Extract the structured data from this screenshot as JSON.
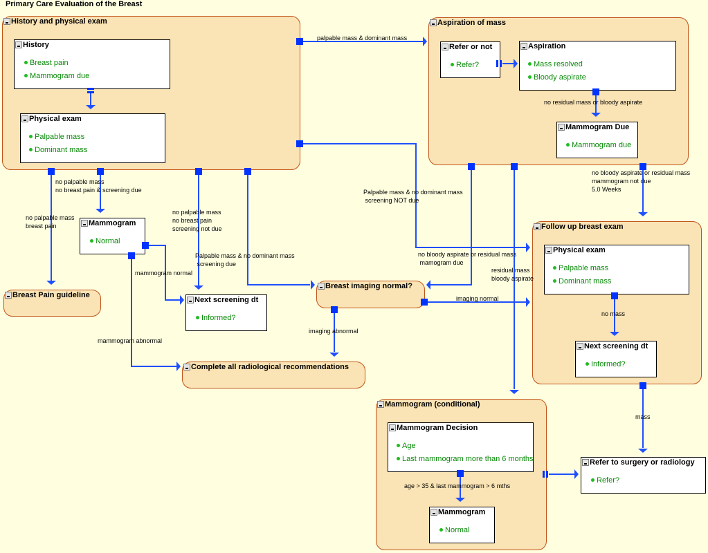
{
  "title": "Primary Care Evaluation of the Breast",
  "colors": {
    "background": "#FFFFE0",
    "group_fill": "#FAE3B4",
    "group_border": "#C0541A",
    "edge": "#1F4FFF",
    "port": "#0033FF",
    "item_text": "#0A8A0A",
    "item_dot": "#22BB22"
  },
  "groups": {
    "history_physical": {
      "title": "History and physical exam"
    },
    "aspiration_of_mass": {
      "title": "Aspiration of mass"
    },
    "breast_pain_guideline": {
      "title": "Breast Pain guideline"
    },
    "breast_imaging_normal": {
      "title": "Breast imaging normal?"
    },
    "complete_radiological": {
      "title": "Complete all radiological recommendations"
    },
    "follow_up_exam": {
      "title": "Follow up breast exam"
    },
    "mammogram_conditional": {
      "title": "Mammogram (conditional)"
    }
  },
  "nodes": {
    "history": {
      "title": "History",
      "items": [
        "Breast pain",
        "Mammogram due"
      ]
    },
    "physical_exam": {
      "title": "Physical exam",
      "items": [
        "Palpable mass",
        "Dominant mass"
      ]
    },
    "refer_or_not": {
      "title": "Refer or not",
      "items": [
        "Refer?"
      ]
    },
    "aspiration": {
      "title": "Aspiration",
      "items": [
        "Mass resolved",
        "Bloody aspirate"
      ]
    },
    "mammogram_due": {
      "title": "Mammogram Due",
      "items": [
        "Mammogram due"
      ]
    },
    "mammogram_1": {
      "title": "Mammogram",
      "items": [
        "Normal"
      ]
    },
    "next_screening_1": {
      "title": "Next screening dt",
      "items": [
        "Informed?"
      ]
    },
    "followup_physical": {
      "title": "Physical exam",
      "items": [
        "Palpable mass",
        "Dominant mass"
      ]
    },
    "next_screening_2": {
      "title": "Next screening dt",
      "items": [
        "Informed?"
      ]
    },
    "mammogram_decision": {
      "title": "Mammogram Decision",
      "items": [
        "Age",
        "Last mammogram more than 6 months"
      ]
    },
    "mammogram_2": {
      "title": "Mammogram",
      "items": [
        "Normal"
      ]
    },
    "refer_surgery": {
      "title": "Refer to surgery or radiology",
      "items": [
        "Refer?"
      ]
    }
  },
  "edge_labels": {
    "palpable_dominant": "palpable mass & dominant mass",
    "no_residual_or_bloody": "no residual mass or bloody aspirate",
    "no_bloody_not_due": "no bloody aspirate or residual mass\nmammogram not due\n5.0 Weeks",
    "no_palpable_screening_due": "no palpable mass\nno breast pain & screening due",
    "no_palpable_breast_pain": "no palpable mass\nbreast pain",
    "no_palpable_screening_not_due": "no palpable mass\nno breast pain\nscreening not due",
    "palpable_no_dominant_not_due": "Palpable mass & no dominant mass\n screening NOT due",
    "palpable_no_dominant_due": "Palpable mass & no dominant mass\n screening due",
    "mammogram_normal": "mammogram normal",
    "no_bloody_mamogram_due": "no bloody aspirate or residual mass\n mamogram due",
    "residual_bloody": "residual mass\nbloody aspirate",
    "imaging_normal": "imaging normal",
    "imaging_abnormal": "imaging abnormal",
    "mammogram_abnormal": "mammogram abnormal",
    "no_mass": "no mass",
    "mass": "mass",
    "age_last_mammogram": "age > 35 & last mammogram > 6 mths"
  }
}
